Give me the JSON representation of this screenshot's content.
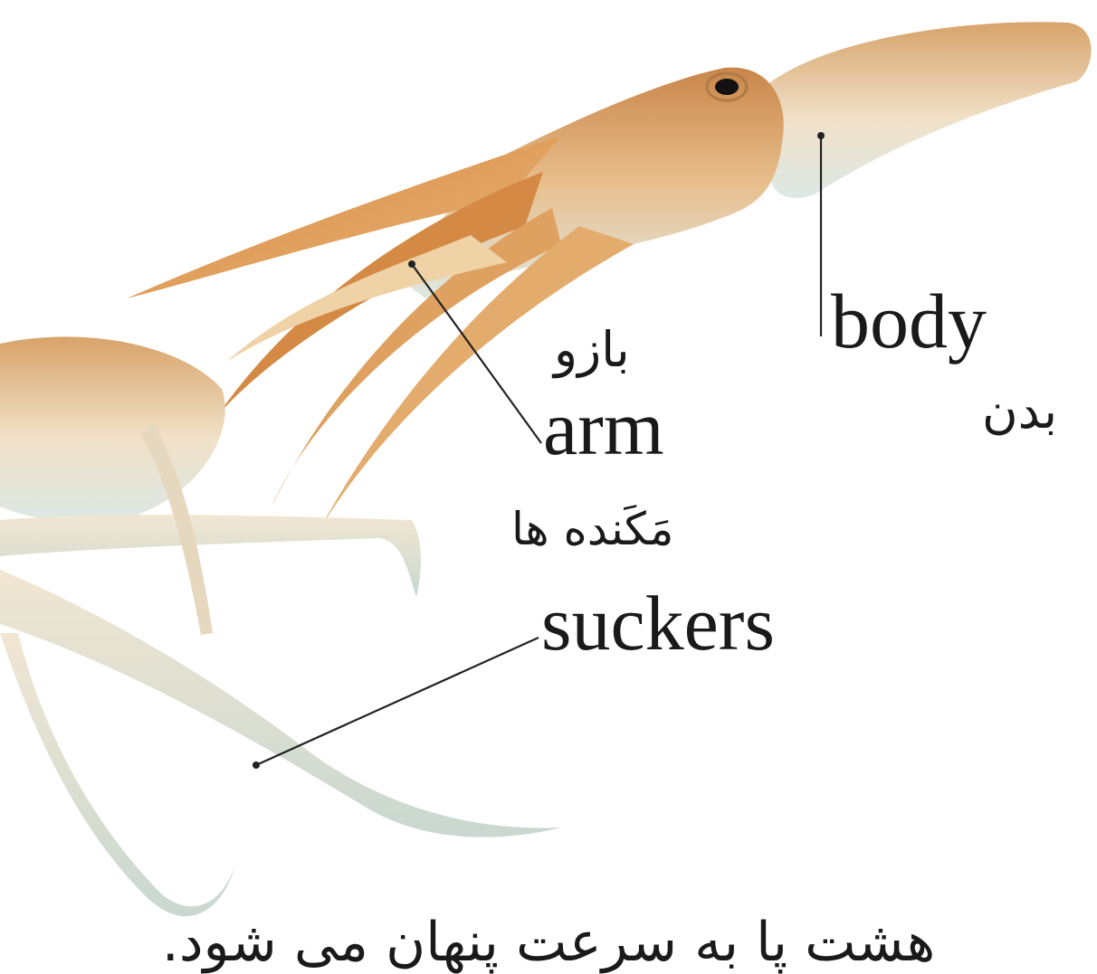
{
  "labels": {
    "body_en": "body",
    "body_fa": "بدن",
    "arm_en": "arm",
    "arm_fa": "بازو",
    "suckers_en": "suckers",
    "suckers_fa": "مَکَنده ها"
  },
  "caption": "هشت پا به سرعت پنهان می شود.",
  "colors": {
    "skin_orange": "#d8924a",
    "skin_light": "#e9c79a",
    "underside": "#d9e4de",
    "leader_line": "#222222"
  }
}
